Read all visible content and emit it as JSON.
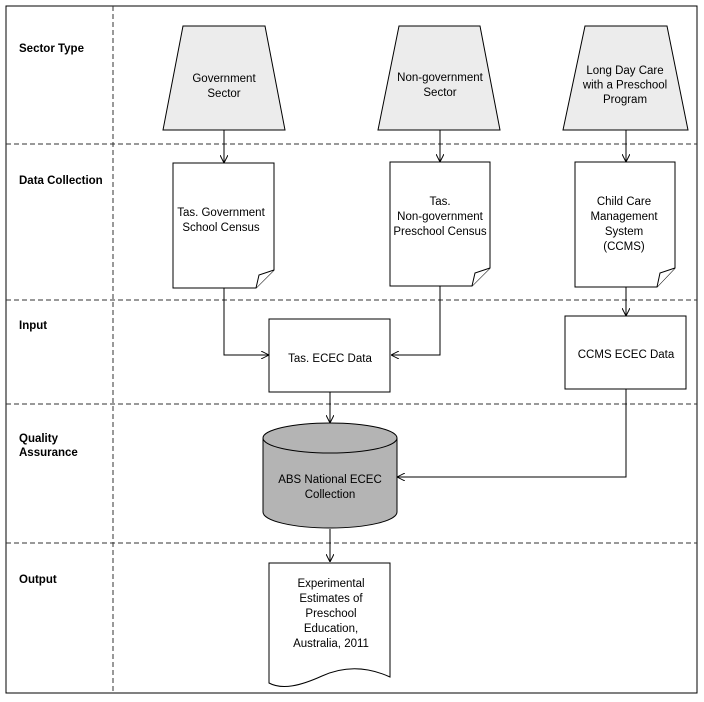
{
  "lanes": [
    {
      "label": "Sector Type"
    },
    {
      "label": "Data Collection"
    },
    {
      "label": "Input"
    },
    {
      "label": "Quality Assurance"
    },
    {
      "label": "Output"
    }
  ],
  "nodes": {
    "gov_sector": {
      "label": "Government Sector"
    },
    "nongov_sector": {
      "label": "Non-government Sector"
    },
    "ldc_sector": {
      "label": "Long Day Care with a Preschool Program"
    },
    "gov_census": {
      "label": "Tas. Government School Census"
    },
    "nongov_census": {
      "label": "Tas. Non-government Preschool Census"
    },
    "ccms": {
      "label": "Child Care Management System (CCMS)"
    },
    "tas_ecec": {
      "label": "Tas. ECEC Data"
    },
    "ccms_ecec": {
      "label": "CCMS ECEC Data"
    },
    "abs_collection": {
      "label": "ABS National ECEC Collection"
    },
    "output_doc": {
      "label": "Experimental Estimates of Preschool Education, Australia, 2011"
    }
  },
  "colors": {
    "sector_fill": "#ececec",
    "database_fill": "#b4b4b4",
    "stroke": "#000000",
    "divider": "#444444"
  }
}
